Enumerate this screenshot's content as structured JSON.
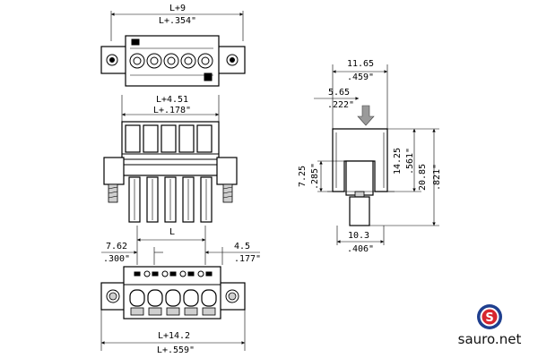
{
  "top_view": {
    "width_mm": "L+9",
    "width_in": "L+.354\""
  },
  "front_view": {
    "width_mm": "L+4.51",
    "width_in": "L+.178\""
  },
  "side_view": {
    "width_mm": "11.65",
    "width_in": ".459\"",
    "offset_mm": "5.65",
    "offset_in": ".222\"",
    "height_mm": "14.25",
    "height_in": ".561\"",
    "total_height_mm": "20.85",
    "total_height_in": ".821\"",
    "pin_height_mm": "7.25",
    "pin_height_in": ".285\"",
    "base_mm": "10.3",
    "base_in": ".406\""
  },
  "bottom_view": {
    "pitch_label": "L",
    "left_mm": "7.62",
    "left_in": ".300\"",
    "right_mm": "4.5",
    "right_in": ".177\"",
    "width_mm": "L+14.2",
    "width_in": "L+.559\""
  },
  "brand": {
    "name": "sauro.net",
    "logo_letter": "S",
    "logo_color": "#d7262e",
    "logo_ring_color": "#1f3f8f"
  }
}
